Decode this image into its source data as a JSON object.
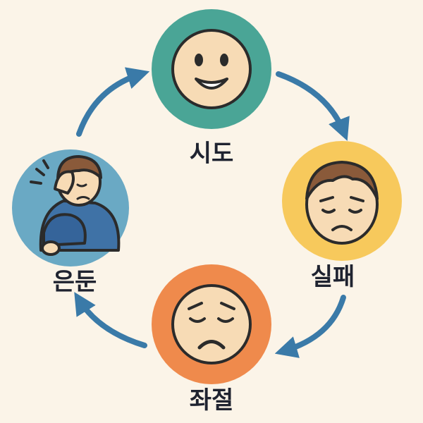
{
  "stages": [
    {
      "id": "try",
      "label": "시도",
      "color": "#4aa596",
      "face": "smiling-face-icon"
    },
    {
      "id": "fail",
      "label": "실패",
      "color": "#f7c95c",
      "face": "sad-boy-face-icon"
    },
    {
      "id": "frustr",
      "label": "좌절",
      "color": "#ef8a4c",
      "face": "frowning-face-icon"
    },
    {
      "id": "withdraw",
      "label": "은둔",
      "color": "#6aa9c4",
      "face": "withdrawn-person-icon"
    }
  ],
  "colors": {
    "background": "#fbf4e8",
    "arrow": "#3a7aa8",
    "skin": "#f7dbb5",
    "outline": "#2b2b2b",
    "hair": "#8a5a3a",
    "shirt": "#3f72a6"
  }
}
